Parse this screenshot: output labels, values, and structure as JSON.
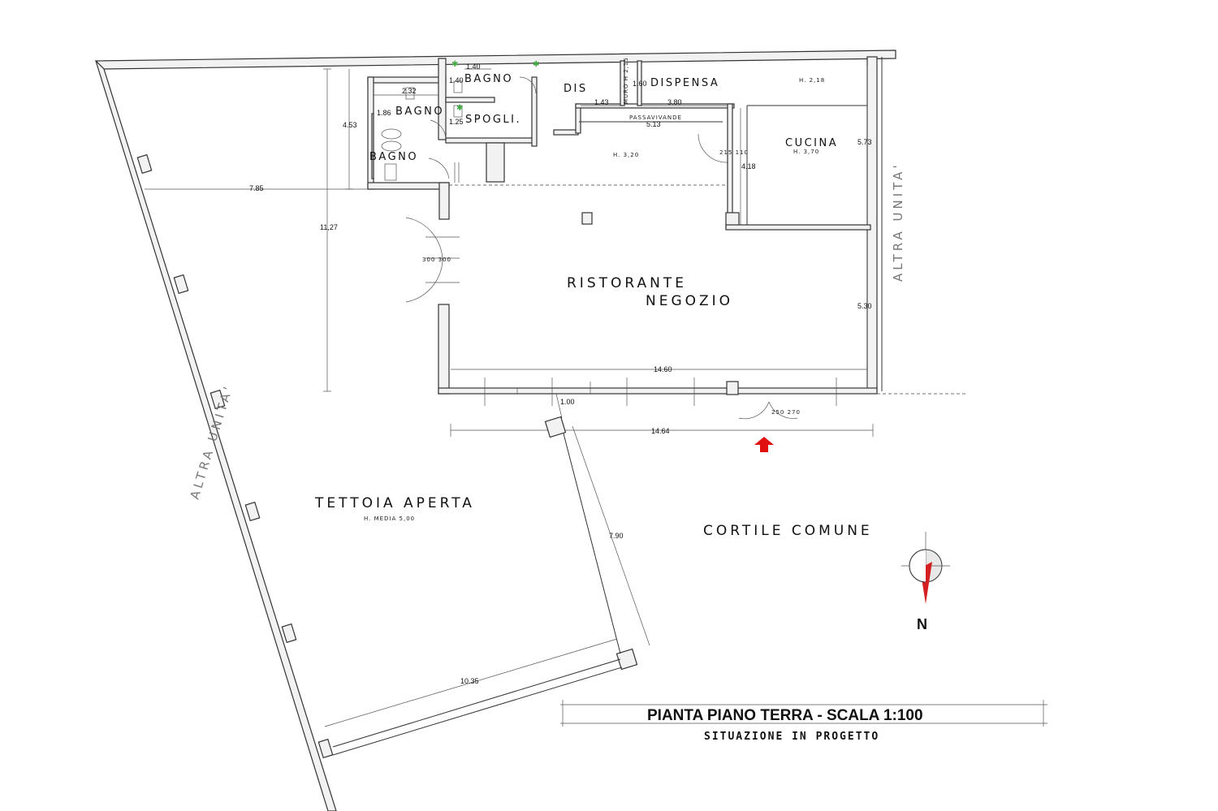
{
  "rooms": {
    "bagno_top": "BAGNO",
    "bagno_mid": "BAGNO",
    "bagno_low": "BAGNO",
    "spogli": "SPOGLI.",
    "dis": "DIS",
    "dispensa": "DISPENSA",
    "cucina": "CUCINA",
    "cucina_height": "H. 3,70",
    "storage_height": "H. 2,18",
    "ristorante": "RISTORANTE",
    "negozio": "NEGOZIO",
    "main_height": "H. 3,20",
    "passavivande": "PASSAVIVANDE",
    "muro": "MURO H 2,15",
    "tettoia": "TETTOIA APERTA",
    "tettoia_height": "H. MEDIA 5,00",
    "cortile": "CORTILE COMUNE",
    "altra_unita_left": "ALTRA UNITA'",
    "altra_unita_right": "ALTRA UNITA'"
  },
  "dimensions": {
    "d_140": "1.40",
    "d_140b": "1.40",
    "d_232": "2.32",
    "d_186": "1.86",
    "d_125": "1.25",
    "d_453": "4.53",
    "d_160": "1.60",
    "d_143": "1.43",
    "d_380": "3.80",
    "d_513": "5.13",
    "d_418": "4.18",
    "d_573": "5.73",
    "d_785": "7.85",
    "d_1127": "11,27",
    "d_530": "5.30",
    "d_1460": "14.60",
    "d_100": "1.00",
    "d_1464": "14.64",
    "d_790": "7.90",
    "d_1035": "10.35",
    "door_a": "300\n300",
    "door_b": "215\n110",
    "door_c": "250\n270"
  },
  "compass": {
    "label": "N"
  },
  "titleblock": {
    "title": "PIANTA PIANO TERRA - SCALA 1:100",
    "subtitle": "SITUAZIONE IN PROGETTO"
  },
  "colors": {
    "entrance_arrow": "#e01010",
    "compass_needle": "#d42020",
    "marker": "#3fa83f"
  }
}
